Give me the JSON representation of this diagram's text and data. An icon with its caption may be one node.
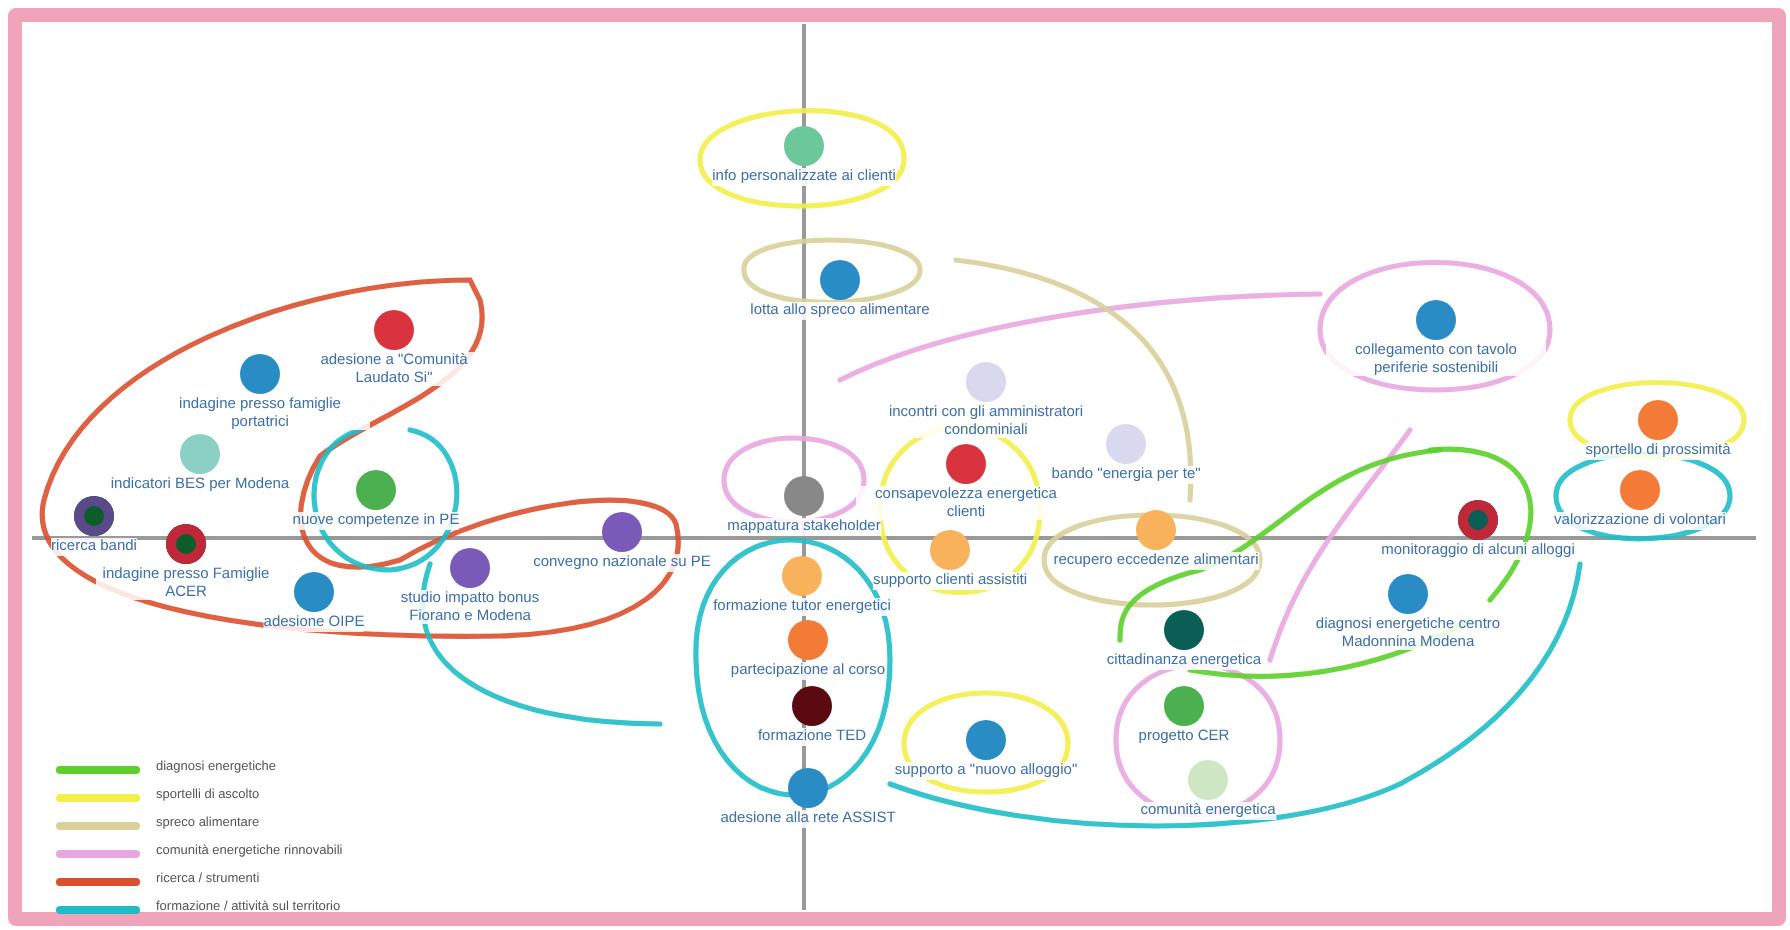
{
  "diagram": {
    "nodes": [
      {
        "text": [
          "info personalizzate ai clienti"
        ]
      },
      {
        "text": [
          "lotta allo spreco alimentare"
        ]
      },
      {
        "text": [
          "adesione a \"Comunità Laudato Si\""
        ]
      },
      {
        "text": [
          "indagine presso famiglie portatrici"
        ]
      },
      {
        "text": [
          "indicatori BES per Modena"
        ]
      },
      {
        "text": [
          "nuove competenze in PE"
        ]
      },
      {
        "text": [
          "ricerca bandi"
        ]
      },
      {
        "text": [
          "indagine presso Famiglie ACER"
        ]
      },
      {
        "text": [
          "adesione OIPE"
        ]
      },
      {
        "text": [
          "studio impatto bonus Fiorano e Modena"
        ]
      },
      {
        "text": [
          "convegno nazionale su PE"
        ]
      },
      {
        "text": [
          "mappatura stakeholder"
        ]
      },
      {
        "text": [
          "incontri con gli amministratori condominiali"
        ]
      },
      {
        "text": [
          "consapevolezza energetica clienti"
        ]
      },
      {
        "text": [
          "bando \"energia per te\""
        ]
      },
      {
        "text": [
          "supporto clienti assistiti"
        ]
      },
      {
        "text": [
          "recupero eccedenze alimentari"
        ]
      },
      {
        "text": [
          "collegamento con tavolo periferie sostenibili"
        ]
      },
      {
        "text": [
          "sportello di prossimità"
        ]
      },
      {
        "text": [
          "valorizzazione di volontari"
        ]
      },
      {
        "text": [
          "monitoraggio di alcuni alloggi"
        ]
      },
      {
        "text": [
          "diagnosi energetiche centro Madonnina Modena"
        ]
      },
      {
        "text": [
          "cittadinanza energetica"
        ]
      },
      {
        "text": [
          "formazione tutor energetici"
        ]
      },
      {
        "text": [
          "partecipazione al corso"
        ]
      },
      {
        "text": [
          "formazione TED"
        ]
      },
      {
        "text": [
          "adesione alla rete ASSIST"
        ]
      },
      {
        "text": [
          "supporto a \"nuovo alloggio\""
        ]
      },
      {
        "text": [
          "progetto CER"
        ]
      },
      {
        "text": [
          "comunità energetica"
        ]
      }
    ],
    "legend": [
      {
        "text": "diagnosi energetiche",
        "color": "#5ccf2a"
      },
      {
        "text": "sportelli di ascolto",
        "color": "#f2ee4a"
      },
      {
        "text": "spreco alimentare",
        "color": "#d8cf9a"
      },
      {
        "text": "comunità energetiche rinnovabili",
        "color": "#e8a6e0"
      },
      {
        "text": "ricerca / strumenti",
        "color": "#d9502e"
      },
      {
        "text": "formazione / attività sul territorio",
        "color": "#1fbcc6"
      }
    ]
  }
}
